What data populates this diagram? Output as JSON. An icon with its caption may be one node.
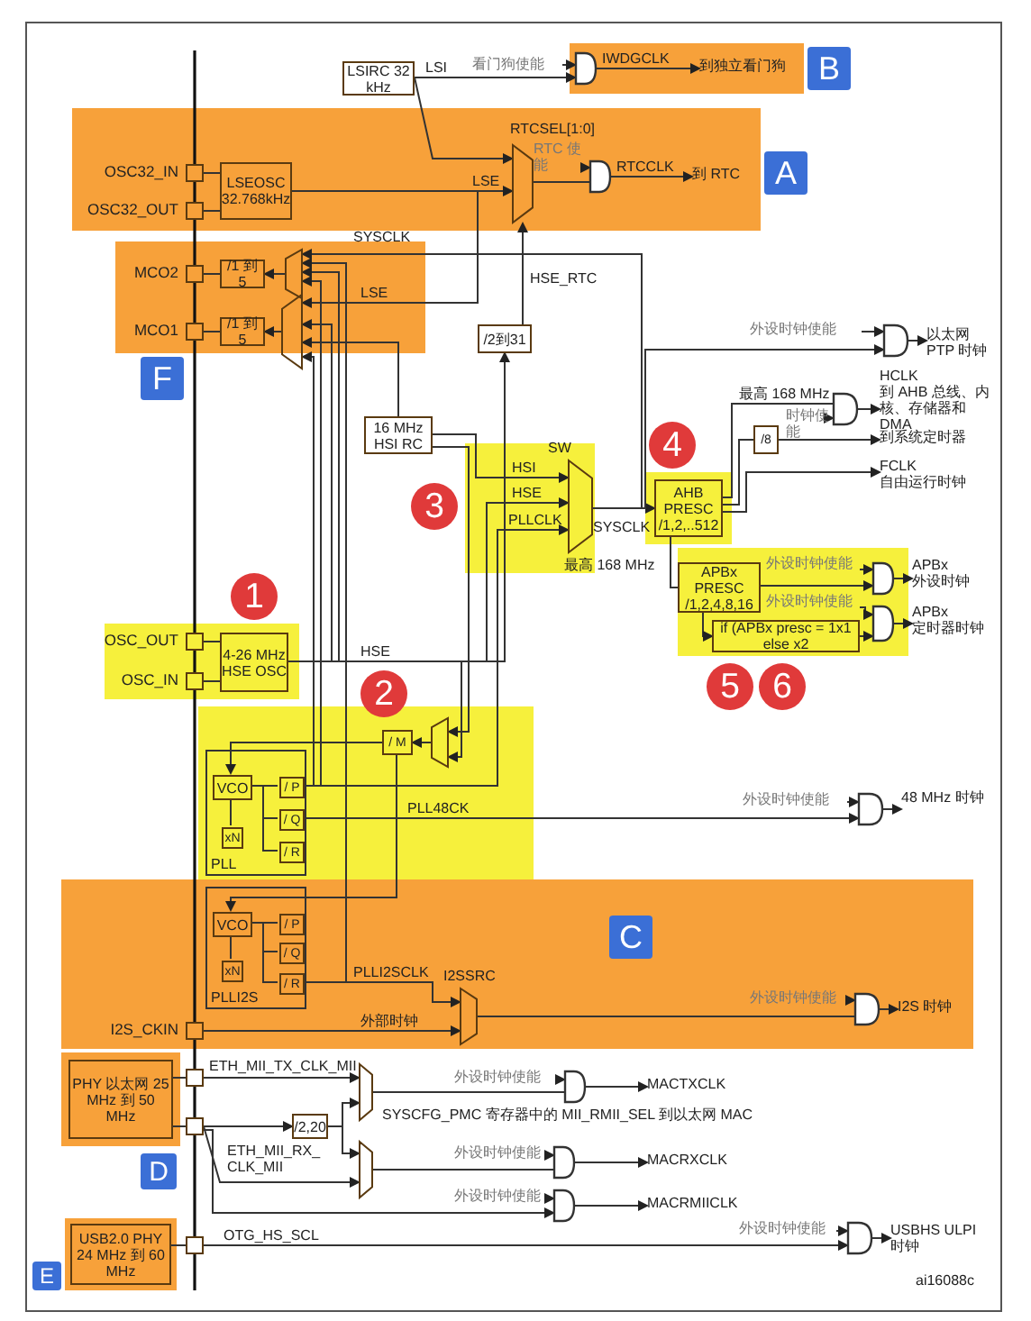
{
  "diagram": {
    "nodes": [
      {
        "text": [
          "B"
        ]
      },
      {
        "text": [
          "A"
        ]
      },
      {
        "text": [
          "F"
        ]
      },
      {
        "text": [
          "C"
        ]
      },
      {
        "text": [
          "D"
        ]
      },
      {
        "text": [
          "E"
        ]
      },
      {
        "text": [
          "1"
        ]
      },
      {
        "text": [
          "2"
        ]
      },
      {
        "text": [
          "3"
        ]
      },
      {
        "text": [
          "4"
        ]
      },
      {
        "text": [
          "5"
        ]
      },
      {
        "text": [
          "6"
        ]
      },
      {
        "text": [
          "LSIRC 32 kHz"
        ]
      },
      {
        "text": [],
        "shape": "box",
        "beside": [
          "OSC32_IN"
        ]
      },
      {
        "text": [],
        "shape": "box",
        "beside": [
          "OSC32_OUT"
        ]
      },
      {
        "text": [
          "LSEOSC 32.768kHz"
        ]
      },
      {
        "text": [],
        "shape": "trapezoid"
      },
      {
        "text": [],
        "shape": "gate"
      },
      {
        "text": [],
        "shape": "box",
        "beside": [
          "MCO2"
        ]
      },
      {
        "text": [],
        "shape": "box",
        "beside": [
          "MCO1"
        ]
      },
      {
        "text": [
          "/1 到 5"
        ]
      },
      {
        "text": [
          "/1 到 5"
        ]
      },
      {
        "text": [],
        "shape": "trapezoid"
      },
      {
        "text": [],
        "shape": "trapezoid"
      },
      {
        "text": [
          "/2到31"
        ]
      },
      {
        "text": [
          "16 MHz HSI RC"
        ]
      },
      {
        "text": [],
        "shape": "trapezoid"
      },
      {
        "text": [
          "AHB PRESC /1,2,..512"
        ]
      },
      {
        "text": [
          "/8"
        ]
      },
      {
        "text": [],
        "shape": "gate"
      },
      {
        "text": [],
        "shape": "gate"
      },
      {
        "text": [
          "APBx PRESC /1,2,4,8,16"
        ]
      },
      {
        "text": [
          "if (APBx presc = 1x1 else x2"
        ]
      },
      {
        "text": [],
        "shape": "gate"
      },
      {
        "text": [],
        "shape": "gate"
      },
      {
        "text": [],
        "shape": "box",
        "beside": [
          "OSC_OUT"
        ]
      },
      {
        "text": [],
        "shape": "box",
        "beside": [
          "OSC_IN"
        ]
      },
      {
        "text": [
          "4-26 MHz HSE OSC"
        ]
      },
      {
        "text": [],
        "shape": "trapezoid"
      },
      {
        "text": [
          "/ M"
        ]
      },
      {
        "text": [
          "PLL"
        ]
      },
      {
        "text": [
          "VCO"
        ],
        "in": 40
      },
      {
        "text": [
          "xN"
        ],
        "in": 40
      },
      {
        "text": [
          "/ P"
        ],
        "in": 40
      },
      {
        "text": [
          "/ Q"
        ],
        "in": 40
      },
      {
        "text": [
          "/ R"
        ],
        "in": 40
      },
      {
        "text": [],
        "shape": "gate"
      },
      {
        "text": [
          "PLLI2S"
        ]
      },
      {
        "text": [
          "VCO"
        ],
        "in": 47
      },
      {
        "text": [
          "xN"
        ],
        "in": 47
      },
      {
        "text": [
          "/ P"
        ],
        "in": 47
      },
      {
        "text": [
          "/ Q"
        ],
        "in": 47
      },
      {
        "text": [
          "/ R"
        ],
        "in": 47
      },
      {
        "text": [],
        "shape": "box",
        "beside": [
          "I2S_CKIN"
        ]
      },
      {
        "text": [],
        "shape": "trapezoid"
      },
      {
        "text": [],
        "shape": "gate"
      },
      {
        "text": [
          "PHY 以太网 25 MHz 到 50 MHz"
        ]
      },
      {
        "text": [],
        "shape": "box"
      },
      {
        "text": [],
        "shape": "box"
      },
      {
        "text": [
          "/2,20"
        ]
      },
      {
        "text": [],
        "shape": "trapezoid"
      },
      {
        "text": [],
        "shape": "trapezoid"
      },
      {
        "text": [],
        "shape": "gate"
      },
      {
        "text": [],
        "shape": "gate"
      },
      {
        "text": [],
        "shape": "gate"
      },
      {
        "text": [
          "USB2.0 PHY 24 MHz 到 60 MHz"
        ]
      },
      {
        "text": [],
        "shape": "box"
      },
      {
        "text": [],
        "shape": "gate"
      },
      {
        "text": [],
        "shape": "gate"
      },
      {
        "text": [
          "到独立看门狗"
        ]
      },
      {
        "text": [
          "到 RTC"
        ]
      },
      {
        "text": [
          "以太网 PTP 时钟"
        ]
      },
      {
        "text": [
          "HCLK",
          "到 AHB 总线、内核、存储器和 DMA"
        ]
      },
      {
        "text": [
          "到系统定时器"
        ]
      },
      {
        "text": [
          "FCLK",
          "自由运行时钟"
        ]
      },
      {
        "text": [
          "APBx",
          "外设时钟"
        ]
      },
      {
        "text": [
          "APBx",
          "定时器时钟"
        ]
      },
      {
        "text": [
          "48 MHz 时钟"
        ]
      },
      {
        "text": [
          "I2S 时钟"
        ]
      },
      {
        "text": [
          "MACTXCLK"
        ]
      },
      {
        "text": [
          "MACRXCLK"
        ]
      },
      {
        "text": [
          "MACRMIICLK"
        ]
      },
      {
        "text": [
          "USBHS ULPI 时钟"
        ]
      },
      {
        "text": [
          "看门狗使能"
        ]
      },
      {
        "text": [
          "RTC 使能"
        ]
      },
      {
        "text": [
          "外设时钟使能"
        ]
      },
      {
        "text": [
          "时钟使能"
        ]
      },
      {
        "text": [
          "外设时钟使能"
        ]
      },
      {
        "text": [
          "外设时钟使能"
        ]
      },
      {
        "text": [
          "外设时钟使能"
        ]
      },
      {
        "text": [
          "外设时钟使能"
        ]
      },
      {
        "text": [
          "外设时钟使能"
        ]
      },
      {
        "text": [
          "外设时钟使能"
        ]
      },
      {
        "text": [
          "外设时钟使能"
        ]
      },
      {
        "text": [
          "外设时钟使能"
        ]
      }
    ],
    "edges": [
      {
        "from": 12,
        "to": 68,
        "arrow": "to",
        "label": "LSI"
      },
      {
        "from": 83,
        "to": 68,
        "arrow": "to"
      },
      {
        "from": 68,
        "to": 69,
        "arrow": "to",
        "label": "IWDGCLK"
      },
      {
        "from": 12,
        "to": 16,
        "arrow": "to"
      },
      {
        "from": 15,
        "to": 16,
        "arrow": "to",
        "label": "LSE"
      },
      {
        "from": 24,
        "to": 16,
        "arrow": "to",
        "label": "HSE_RTC"
      },
      {
        "from": 16,
        "to": 17,
        "arrow": "none"
      },
      {
        "from": 84,
        "to": 17,
        "arrow": "to"
      },
      {
        "from": 17,
        "to": 70,
        "arrow": "to",
        "label": "RTCCLK"
      },
      {
        "from": 13,
        "to": 15,
        "arrow": "none"
      },
      {
        "from": 14,
        "to": 15,
        "arrow": "none"
      },
      {
        "from": 26,
        "to": 22,
        "arrow": "to",
        "label": "SYSCLK"
      },
      {
        "from": 52,
        "to": 22,
        "arrow": "to"
      },
      {
        "from": 37,
        "to": 22,
        "arrow": "to"
      },
      {
        "from": 43,
        "to": 22,
        "arrow": "to"
      },
      {
        "from": 15,
        "to": 23,
        "arrow": "to",
        "label": "LSE"
      },
      {
        "from": 25,
        "to": 23,
        "arrow": "to"
      },
      {
        "from": 37,
        "to": 23,
        "arrow": "to"
      },
      {
        "from": 43,
        "to": 23,
        "arrow": "to"
      },
      {
        "from": 22,
        "to": 20,
        "arrow": "to"
      },
      {
        "from": 20,
        "to": 18,
        "arrow": "none"
      },
      {
        "from": 23,
        "to": 21,
        "arrow": "to"
      },
      {
        "from": 21,
        "to": 19,
        "arrow": "none"
      },
      {
        "from": 37,
        "to": 24,
        "arrow": "to"
      },
      {
        "from": 25,
        "to": 26,
        "arrow": "to",
        "label": "HSI"
      },
      {
        "from": 37,
        "to": 26,
        "arrow": "to",
        "label": "HSE"
      },
      {
        "from": 43,
        "to": 26,
        "arrow": "to",
        "label": "PLLCLK"
      },
      {
        "from": 26,
        "to": 27,
        "arrow": "to",
        "label": "SYSCLK"
      },
      {
        "from": 26,
        "to": 29,
        "arrow": "to"
      },
      {
        "from": 85,
        "to": 29,
        "arrow": "to"
      },
      {
        "from": 29,
        "to": 71,
        "arrow": "to"
      },
      {
        "from": 27,
        "to": 30,
        "arrow": "none",
        "label": "最高 168 MHz"
      },
      {
        "from": 86,
        "to": 30,
        "arrow": "to"
      },
      {
        "from": 30,
        "to": 72,
        "arrow": "to"
      },
      {
        "from": 27,
        "to": 28,
        "arrow": "none"
      },
      {
        "from": 28,
        "to": 73,
        "arrow": "to"
      },
      {
        "from": 27,
        "to": 74,
        "arrow": "to"
      },
      {
        "from": 27,
        "to": 31,
        "arrow": "none"
      },
      {
        "from": 31,
        "to": 33,
        "arrow": "to"
      },
      {
        "from": 87,
        "to": 33,
        "arrow": "to"
      },
      {
        "from": 33,
        "to": 75,
        "arrow": "to"
      },
      {
        "from": 31,
        "to": 32,
        "arrow": "to"
      },
      {
        "from": 32,
        "to": 34,
        "arrow": "to"
      },
      {
        "from": 88,
        "to": 34,
        "arrow": "to"
      },
      {
        "from": 34,
        "to": 76,
        "arrow": "to"
      },
      {
        "from": 35,
        "to": 37,
        "arrow": "none"
      },
      {
        "from": 36,
        "to": 37,
        "arrow": "none"
      },
      {
        "from": 37,
        "to": 38,
        "arrow": "to",
        "label": "HSE"
      },
      {
        "from": 25,
        "to": 38,
        "arrow": "to"
      },
      {
        "from": 38,
        "to": 39,
        "arrow": "to"
      },
      {
        "from": 39,
        "to": 41,
        "arrow": "to"
      },
      {
        "from": 42,
        "to": 41,
        "arrow": "none"
      },
      {
        "from": 41,
        "to": 43,
        "arrow": "none"
      },
      {
        "from": 41,
        "to": 44,
        "arrow": "none"
      },
      {
        "from": 41,
        "to": 45,
        "arrow": "none"
      },
      {
        "from": 44,
        "to": 46,
        "arrow": "to",
        "label": "PLL48CK"
      },
      {
        "from": 89,
        "to": 46,
        "arrow": "to"
      },
      {
        "from": 46,
        "to": 77,
        "arrow": "to"
      },
      {
        "from": 39,
        "to": 48,
        "arrow": "to"
      },
      {
        "from": 49,
        "to": 48,
        "arrow": "none"
      },
      {
        "from": 48,
        "to": 50,
        "arrow": "none"
      },
      {
        "from": 48,
        "to": 51,
        "arrow": "none"
      },
      {
        "from": 48,
        "to": 52,
        "arrow": "none"
      },
      {
        "from": 52,
        "to": 54,
        "arrow": "to",
        "label": "PLLI2SCLK"
      },
      {
        "from": 53,
        "to": 54,
        "arrow": "to",
        "label": "外部时钟"
      },
      {
        "from": 54,
        "to": 55,
        "arrow": "none"
      },
      {
        "from": 90,
        "to": 55,
        "arrow": "to"
      },
      {
        "from": 55,
        "to": 78,
        "arrow": "to"
      },
      {
        "from": 56,
        "to": 57,
        "arrow": "none"
      },
      {
        "from": 56,
        "to": 58,
        "arrow": "none"
      },
      {
        "from": 57,
        "to": 60,
        "arrow": "to",
        "label": "ETH_MII_TX_CLK_MII"
      },
      {
        "from": 58,
        "to": 59,
        "arrow": "to"
      },
      {
        "from": 59,
        "to": 60,
        "arrow": "to"
      },
      {
        "from": 59,
        "to": 61,
        "arrow": "to"
      },
      {
        "from": 58,
        "to": 61,
        "arrow": "to",
        "label": "ETH_MII_RX_ CLK_MII"
      },
      {
        "from": 60,
        "to": 62,
        "arrow": "none"
      },
      {
        "from": 61,
        "to": 63,
        "arrow": "none"
      },
      {
        "from": 58,
        "to": 64,
        "arrow": "to"
      },
      {
        "from": 91,
        "to": 62,
        "arrow": "to"
      },
      {
        "from": 92,
        "to": 63,
        "arrow": "to"
      },
      {
        "from": 93,
        "to": 64,
        "arrow": "to"
      },
      {
        "from": 62,
        "to": 79,
        "arrow": "to"
      },
      {
        "from": 63,
        "to": 80,
        "arrow": "to"
      },
      {
        "from": 64,
        "to": 81,
        "arrow": "to"
      },
      {
        "from": 65,
        "to": 66,
        "arrow": "none"
      },
      {
        "from": 66,
        "to": 67,
        "arrow": "to",
        "label": "OTG_HS_SCL"
      },
      {
        "from": 94,
        "to": 67,
        "arrow": "to"
      },
      {
        "from": 67,
        "to": 82,
        "arrow": "to"
      }
    ],
    "labels": [
      "RTCSEL[1:0]",
      "SW",
      "最高 168 MHz",
      "I2SSRC",
      "SYSCFG_PMC 寄存器中的 MII_RMII_SEL 到以太网 MAC",
      "ai16088c"
    ]
  }
}
